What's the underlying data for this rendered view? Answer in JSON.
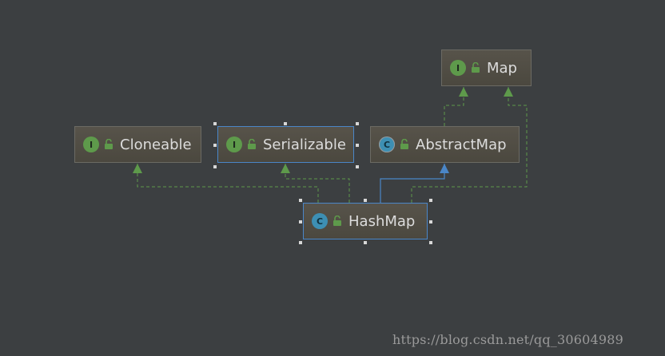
{
  "nodes": {
    "map": {
      "label": "Map",
      "kind_letter": "I",
      "kind": "interface"
    },
    "cloneable": {
      "label": "Cloneable",
      "kind_letter": "I",
      "kind": "interface"
    },
    "serializable": {
      "label": "Serializable",
      "kind_letter": "I",
      "kind": "interface"
    },
    "abstractmap": {
      "label": "AbstractMap",
      "kind_letter": "C",
      "kind": "abstract-class"
    },
    "hashmap": {
      "label": "HashMap",
      "kind_letter": "C",
      "kind": "class"
    }
  },
  "edges": [
    {
      "from": "AbstractMap",
      "to": "Map",
      "type": "implements"
    },
    {
      "from": "HashMap",
      "to": "Map",
      "type": "implements"
    },
    {
      "from": "HashMap",
      "to": "Cloneable",
      "type": "implements"
    },
    {
      "from": "HashMap",
      "to": "Serializable",
      "type": "implements"
    },
    {
      "from": "HashMap",
      "to": "AbstractMap",
      "type": "extends"
    }
  ],
  "colors": {
    "background": "#3c3f41",
    "implements_edge": "#5e9a4b",
    "extends_edge": "#4a86c8",
    "interface_badge": "#5e9a4b",
    "class_badge": "#3d8fb3"
  },
  "icons": [
    "interface-badge-icon",
    "class-badge-icon",
    "unlock-icon"
  ],
  "watermark": "https://blog.csdn.net/qq_30604989"
}
